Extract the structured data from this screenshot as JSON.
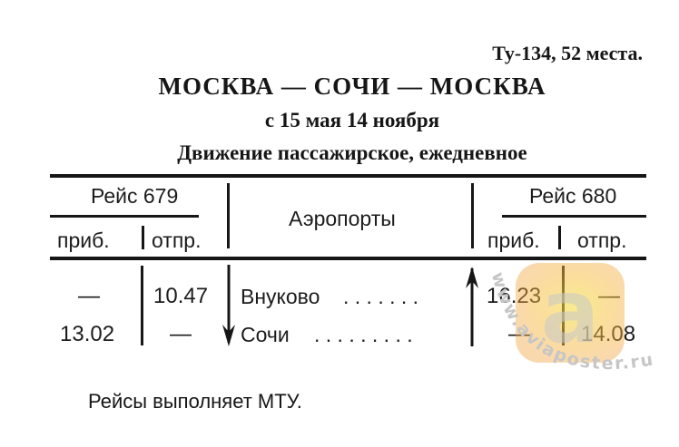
{
  "header": {
    "aircraft": "Ту-134, 52 места.",
    "route": "МОСКВА — СОЧИ — МОСКВА",
    "period": "с 15 мая 14 ноября",
    "movement": "Движение пассажирское, ежедневное"
  },
  "table": {
    "left_flight": "Рейс 679",
    "airports_header": "Аэропорты",
    "right_flight": "Рейс 680",
    "arr_label": "приб.",
    "dep_label": "отпр.",
    "rows": [
      {
        "left_arr": "—",
        "left_dep": "10.47",
        "airport": "Внуково",
        "dots": ". . . . . . .",
        "right_arr": "16.23",
        "right_dep": "—"
      },
      {
        "left_arr": "13.02",
        "left_dep": "—",
        "airport": "Сочи",
        "dots": ". . . . . . . . .",
        "right_arr": "—",
        "right_dep": "14.08"
      }
    ]
  },
  "footer": "Рейсы выполняет МТУ.",
  "watermark": {
    "text": "www.aviaposter.ru",
    "letter": "a",
    "colors": {
      "orange": "#f3a13b",
      "yellow": "#f6e24a"
    }
  }
}
